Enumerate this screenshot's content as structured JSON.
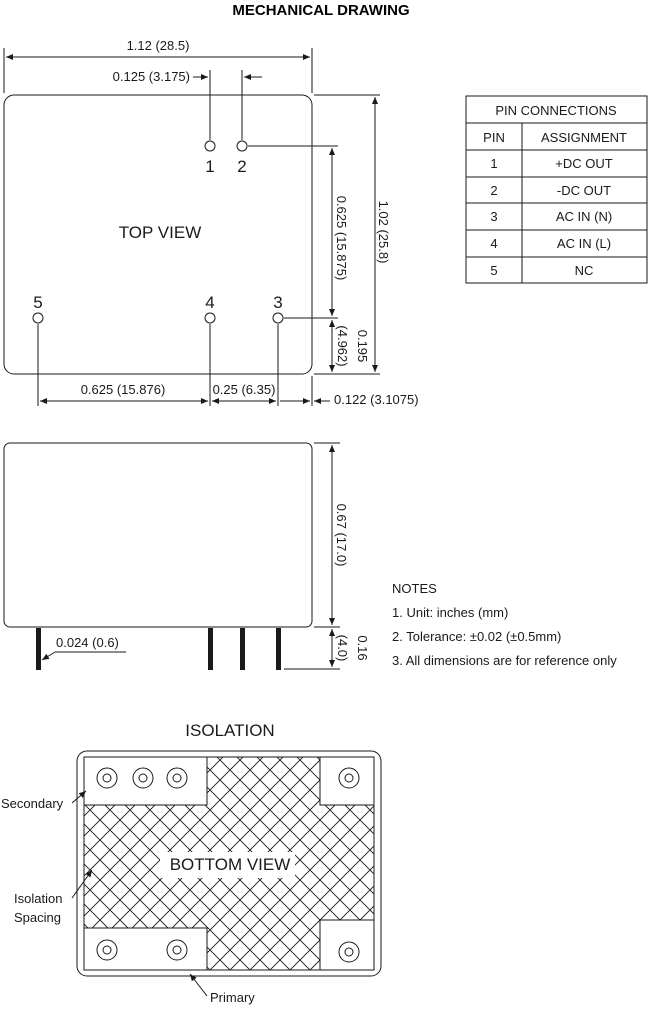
{
  "title": "MECHANICAL DRAWING",
  "top_view": {
    "label": "TOP VIEW",
    "pins": [
      "1",
      "2",
      "3",
      "4",
      "5"
    ],
    "dims": {
      "width": "1.12 (28.5)",
      "pin_pitch_12": "0.125 (3.175)",
      "height": "1.02 (25.8)",
      "pin_span_vertical": "0.625 (15.875)",
      "bottom_offset_a": "0.195",
      "bottom_offset_b": "(4.962)",
      "pin5_to_4": "0.625 (15.876)",
      "pin4_to_3": "0.25 (6.35)",
      "pin3_to_edge": "0.122 (3.1075)"
    }
  },
  "side_view": {
    "dims": {
      "body_height": "0.67 (17.0)",
      "pin_diameter": "0.024 (0.6)",
      "pin_length_a": "0.16",
      "pin_length_b": "(4.0)"
    }
  },
  "pin_table": {
    "title": "PIN CONNECTIONS",
    "headers": [
      "PIN",
      "ASSIGNMENT"
    ],
    "rows": [
      [
        "1",
        "+DC OUT"
      ],
      [
        "2",
        "-DC OUT"
      ],
      [
        "3",
        "AC IN (N)"
      ],
      [
        "4",
        "AC IN (L)"
      ],
      [
        "5",
        "NC"
      ]
    ]
  },
  "notes": {
    "title": "NOTES",
    "items": [
      "1. Unit: inches (mm)",
      "2. Tolerance: ±0.02 (±0.5mm)",
      "3. All dimensions are for reference only"
    ]
  },
  "isolation": {
    "title": "ISOLATION",
    "view_label": "BOTTOM VIEW",
    "labels": {
      "secondary": "Secondary",
      "isolation_line1": "Isolation",
      "isolation_line2": "Spacing",
      "primary": "Primary"
    }
  }
}
